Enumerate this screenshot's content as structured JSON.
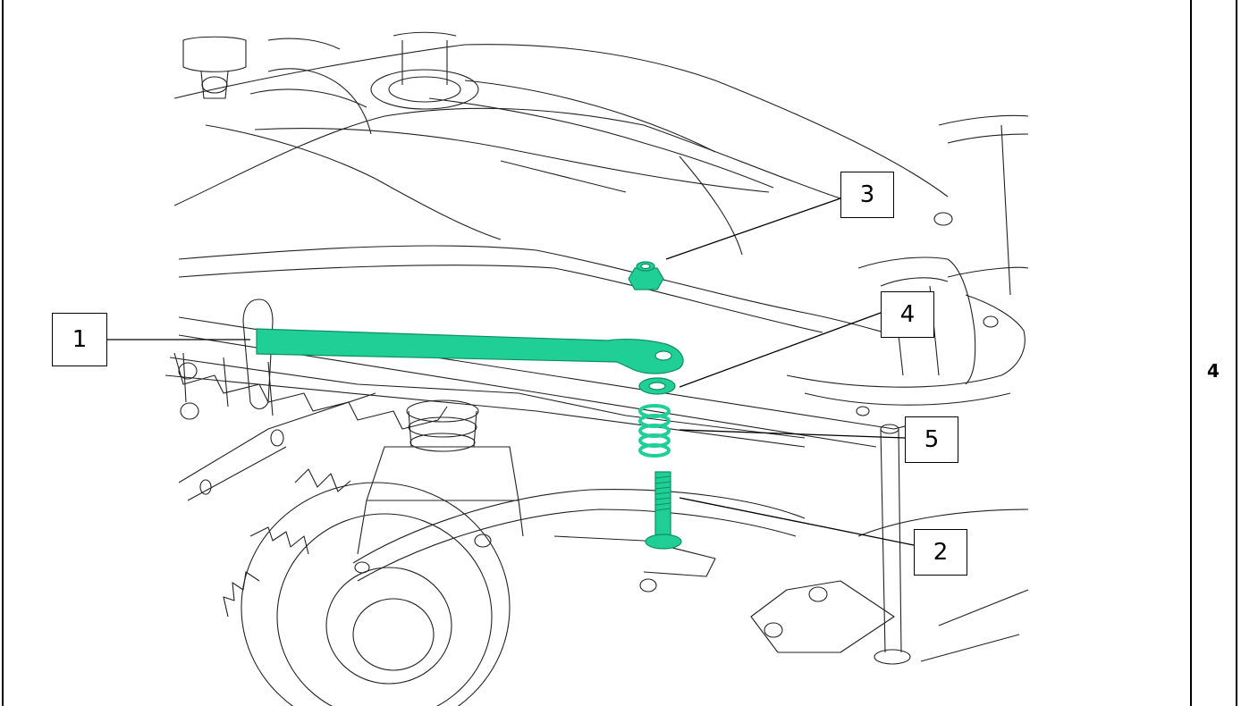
{
  "step": {
    "number": "4"
  },
  "callouts": [
    {
      "id": "1",
      "label": "1",
      "part": "link-arm"
    },
    {
      "id": "2",
      "label": "2",
      "part": "bolt"
    },
    {
      "id": "3",
      "label": "3",
      "part": "lock-nut"
    },
    {
      "id": "4",
      "label": "4",
      "part": "washer"
    },
    {
      "id": "5",
      "label": "5",
      "part": "spring"
    }
  ],
  "colors": {
    "highlight": "#1fcf95",
    "highlight_dark": "#0e8f63",
    "line": "#222222",
    "frame": "#000000",
    "background": "#ffffff"
  }
}
